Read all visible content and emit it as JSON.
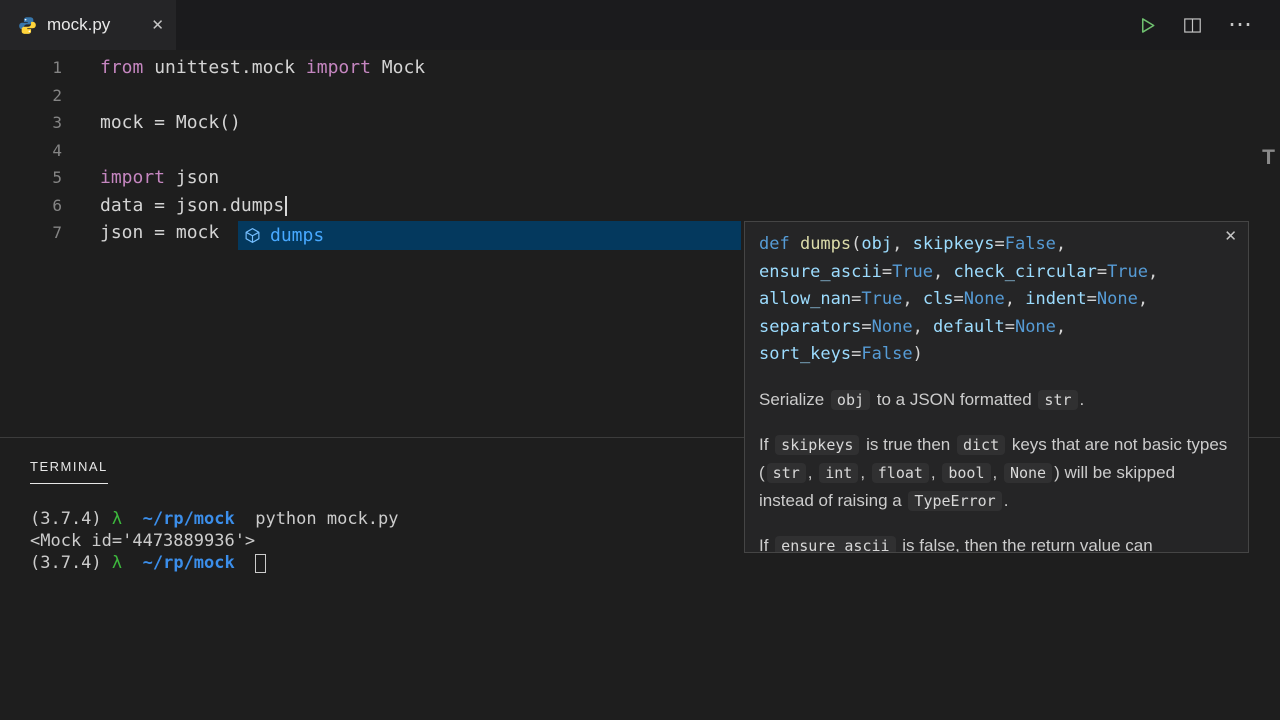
{
  "colors": {
    "background": "#1e1e1e",
    "keyword": "#c586c0",
    "suggest_selected_bg": "#04395e",
    "suggest_match": "#47a8ff",
    "run_green": "#6fc06f",
    "prompt_lambda_green": "#3db93d",
    "prompt_path_blue": "#3b8eea"
  },
  "tab_bar": {
    "tab_label": "mock.py",
    "close_glyph": "✕",
    "more_glyph": "⋯"
  },
  "editor": {
    "overview_marker": "T",
    "lines": [
      {
        "num": 1,
        "tokens": [
          [
            "kw",
            "from"
          ],
          [
            "pl",
            " unittest.mock "
          ],
          [
            "kw",
            "import"
          ],
          [
            "pl",
            " Mock"
          ]
        ]
      },
      {
        "num": 2,
        "tokens": []
      },
      {
        "num": 3,
        "tokens": [
          [
            "pl",
            "mock = Mock()"
          ]
        ]
      },
      {
        "num": 4,
        "tokens": []
      },
      {
        "num": 5,
        "tokens": [
          [
            "kw",
            "import"
          ],
          [
            "pl",
            " json"
          ]
        ]
      },
      {
        "num": 6,
        "tokens": [
          [
            "pl",
            "data = json.dumps"
          ]
        ],
        "cursor": true
      },
      {
        "num": 7,
        "tokens": [
          [
            "pl",
            "json = mock"
          ]
        ]
      }
    ]
  },
  "suggest": {
    "label": "dumps"
  },
  "hover": {
    "close_glyph": "✕",
    "signature": [
      [
        [
          "def",
          "def "
        ],
        [
          "fn",
          "dumps"
        ],
        [
          "pl",
          "("
        ],
        [
          "param",
          "obj"
        ],
        [
          "pl",
          ", "
        ],
        [
          "param",
          "skipkeys"
        ],
        [
          "pl",
          "="
        ],
        [
          "const",
          "False"
        ],
        [
          "pl",
          ","
        ]
      ],
      [
        [
          "param",
          "ensure_ascii"
        ],
        [
          "pl",
          "="
        ],
        [
          "const",
          "True"
        ],
        [
          "pl",
          ", "
        ],
        [
          "param",
          "check_circular"
        ],
        [
          "pl",
          "="
        ],
        [
          "const",
          "True"
        ],
        [
          "pl",
          ","
        ]
      ],
      [
        [
          "param",
          "allow_nan"
        ],
        [
          "pl",
          "="
        ],
        [
          "const",
          "True"
        ],
        [
          "pl",
          ", "
        ],
        [
          "param",
          "cls"
        ],
        [
          "pl",
          "="
        ],
        [
          "const",
          "None"
        ],
        [
          "pl",
          ", "
        ],
        [
          "param",
          "indent"
        ],
        [
          "pl",
          "="
        ],
        [
          "const",
          "None"
        ],
        [
          "pl",
          ","
        ]
      ],
      [
        [
          "param",
          "separators"
        ],
        [
          "pl",
          "="
        ],
        [
          "const",
          "None"
        ],
        [
          "pl",
          ", "
        ],
        [
          "param",
          "default"
        ],
        [
          "pl",
          "="
        ],
        [
          "const",
          "None"
        ],
        [
          "pl",
          ","
        ]
      ],
      [
        [
          "param",
          "sort_keys"
        ],
        [
          "pl",
          "="
        ],
        [
          "const",
          "False"
        ],
        [
          "pl",
          ")"
        ]
      ]
    ],
    "paragraphs": [
      [
        [
          "text",
          "Serialize "
        ],
        [
          "code",
          "obj"
        ],
        [
          "text",
          " to a JSON formatted "
        ],
        [
          "code",
          "str"
        ],
        [
          "text",
          "."
        ]
      ],
      [
        [
          "text",
          "If "
        ],
        [
          "code",
          "skipkeys"
        ],
        [
          "text",
          " is true then "
        ],
        [
          "code",
          "dict"
        ],
        [
          "text",
          " keys that are not basic types ("
        ],
        [
          "code",
          "str"
        ],
        [
          "text",
          ", "
        ],
        [
          "code",
          "int"
        ],
        [
          "text",
          ", "
        ],
        [
          "code",
          "float"
        ],
        [
          "text",
          ", "
        ],
        [
          "code",
          "bool"
        ],
        [
          "text",
          ", "
        ],
        [
          "code",
          "None"
        ],
        [
          "text",
          ") will be skipped instead of raising a "
        ],
        [
          "code",
          "TypeError"
        ],
        [
          "text",
          "."
        ]
      ],
      [
        [
          "text",
          "If "
        ],
        [
          "code",
          "ensure_ascii"
        ],
        [
          "text",
          " is false, then the return value can"
        ]
      ]
    ]
  },
  "terminal": {
    "title": "TERMINAL",
    "lines": [
      [
        [
          "pl",
          "(3.7.4) "
        ],
        [
          "green",
          "λ"
        ],
        [
          "pl",
          "  "
        ],
        [
          "blue",
          "~/rp/mock"
        ],
        [
          "pl",
          "  python mock.py"
        ]
      ],
      [
        [
          "pl",
          "<Mock id='4473889936'>"
        ]
      ],
      [
        [
          "pl",
          "(3.7.4) "
        ],
        [
          "green",
          "λ"
        ],
        [
          "pl",
          "  "
        ],
        [
          "blue",
          "~/rp/mock"
        ],
        [
          "pl",
          "  "
        ],
        [
          "cursor",
          ""
        ]
      ]
    ]
  }
}
